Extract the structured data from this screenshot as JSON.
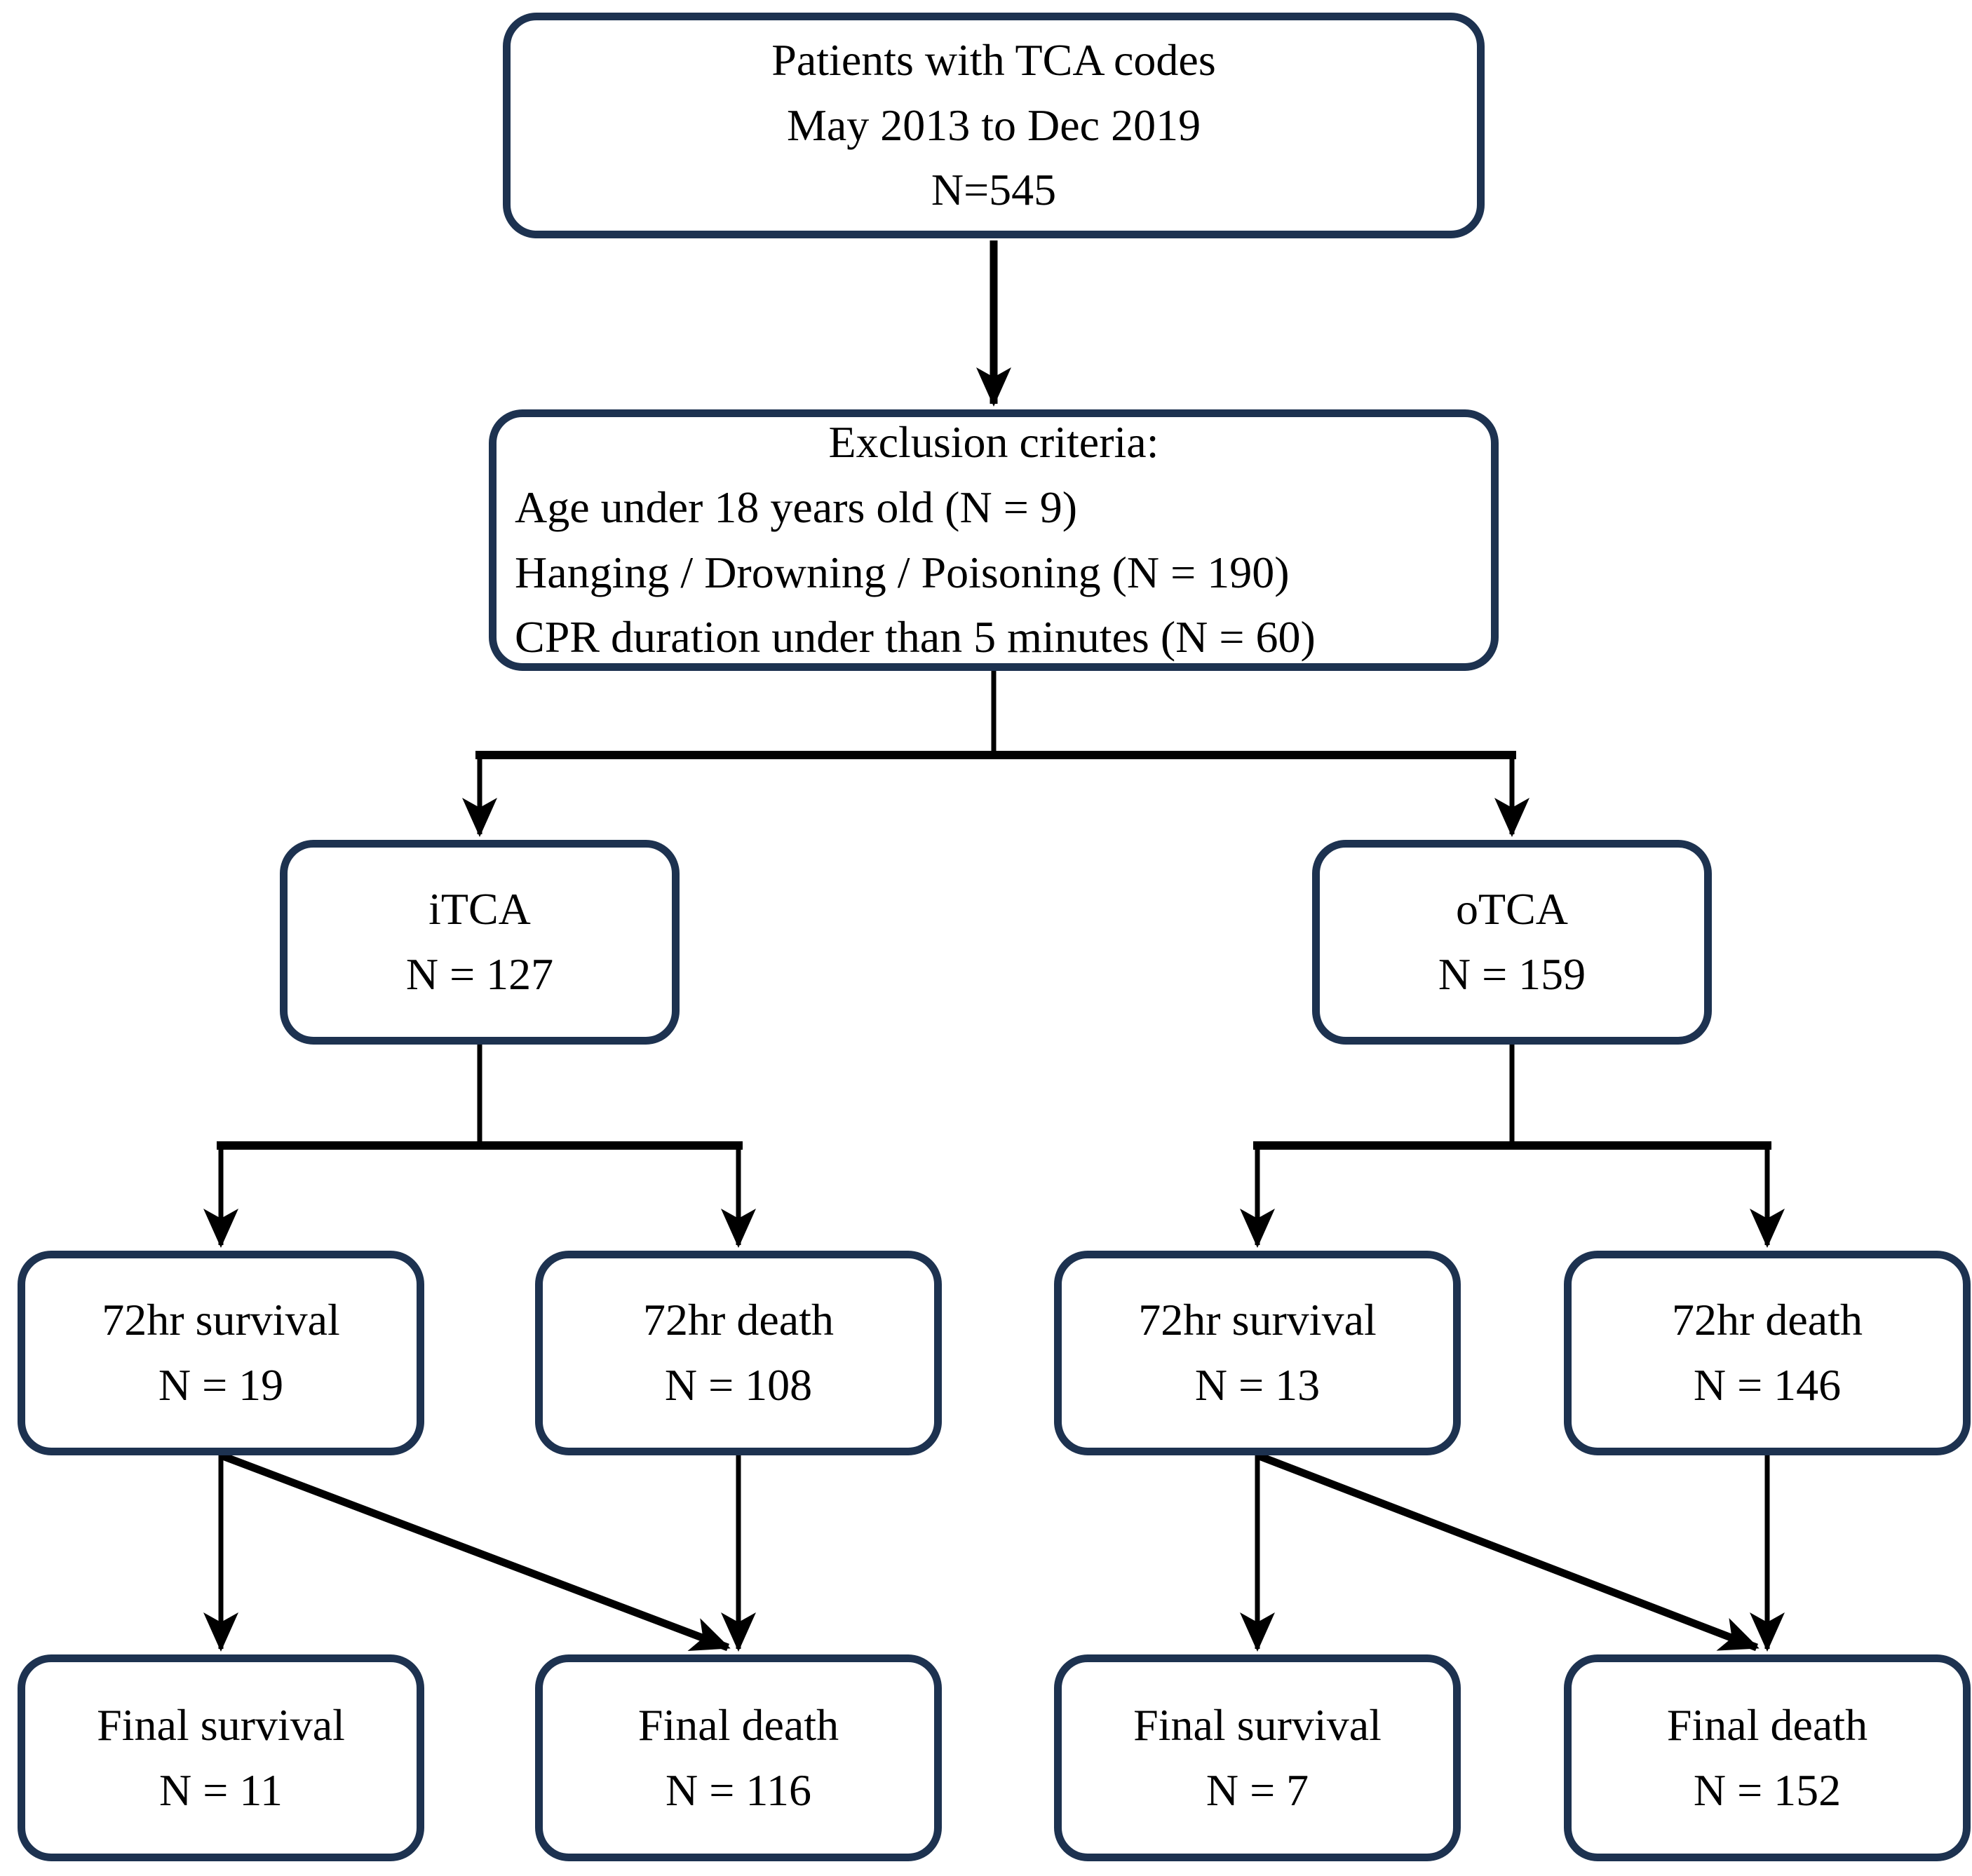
{
  "colors": {
    "border": "#1d3250",
    "arrow": "#000000",
    "text": "#000000",
    "background": "#ffffff"
  },
  "nodes": {
    "patients": {
      "line1": "Patients with TCA codes",
      "line2": "May 2013 to Dec 2019",
      "line3": "N=545"
    },
    "exclusion": {
      "heading": "Exclusion criteria:",
      "item1": "Age under 18 years old (N = 9)",
      "item2": "Hanging / Drowning / Poisoning (N = 190)",
      "item3": "CPR duration under than 5 minutes (N = 60)"
    },
    "itca": {
      "label": "iTCA",
      "count": "N = 127"
    },
    "otca": {
      "label": "oTCA",
      "count": "N = 159"
    },
    "itca_72hr_survival": {
      "label": "72hr survival",
      "count": "N = 19"
    },
    "itca_72hr_death": {
      "label": "72hr death",
      "count": "N = 108"
    },
    "otca_72hr_survival": {
      "label": "72hr survival",
      "count": "N = 13"
    },
    "otca_72hr_death": {
      "label": "72hr death",
      "count": "N = 146"
    },
    "itca_final_survival": {
      "label": "Final survival",
      "count": "N = 11"
    },
    "itca_final_death": {
      "label": "Final death",
      "count": "N = 116"
    },
    "otca_final_survival": {
      "label": "Final survival",
      "count": "N = 7"
    },
    "otca_final_death": {
      "label": "Final death",
      "count": "N = 152"
    }
  }
}
